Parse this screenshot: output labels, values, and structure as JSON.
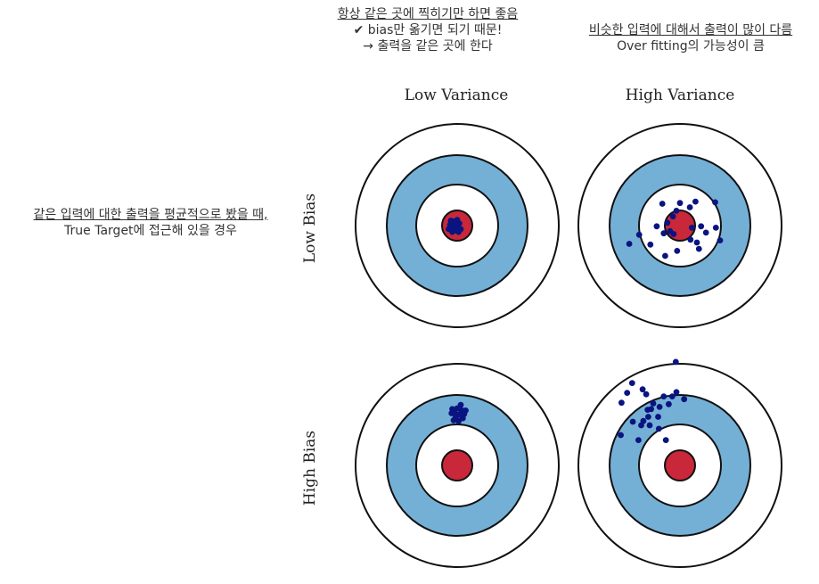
{
  "annotations": {
    "top_center": {
      "line1": "항상 같은 곳에 찍히기만 하면 좋음",
      "line2_icon": "check-icon",
      "line2": "bias만 옮기면 되기 때문!",
      "line3": "→ 출력을 같은 곳에 한다"
    },
    "top_right": {
      "line1": "비슷한 입력에 대해서 출력이 많이 다름",
      "line2": "Over fitting의 가능성이 큼"
    },
    "left": {
      "line1": "같은 입력에 대한 출력을 평균적으로 봤을 때,",
      "line2": "True Target에 접근해 있을 경우"
    }
  },
  "figure": {
    "col_titles": [
      "Low Variance",
      "High Variance"
    ],
    "row_titles": [
      "Low Bias",
      "High Bias"
    ],
    "colors": {
      "ring_white": "#ffffff",
      "ring_blue": "#74b0d6",
      "bullseye": "#c8283a",
      "point": "#0a1480",
      "stroke": "#111111"
    },
    "targets": [
      {
        "name": "low-bias-low-variance",
        "points": [
          [
            -0.08,
            0.02
          ],
          [
            -0.05,
            -0.06
          ],
          [
            0.0,
            0.03
          ],
          [
            -0.1,
            -0.01
          ],
          [
            0.03,
            -0.03
          ],
          [
            -0.02,
            0.07
          ],
          [
            -0.07,
            0.09
          ],
          [
            0.05,
            0.05
          ],
          [
            -0.12,
            0.05
          ],
          [
            0.0,
            -0.08
          ],
          [
            -0.04,
            0.01
          ],
          [
            0.02,
            0.09
          ],
          [
            -0.09,
            -0.07
          ],
          [
            -0.03,
            -0.02
          ]
        ]
      },
      {
        "name": "low-bias-high-variance",
        "points": [
          [
            0.5,
            -0.33
          ],
          [
            0.22,
            -0.34
          ],
          [
            -0.1,
            -0.13
          ],
          [
            -0.25,
            -0.31
          ],
          [
            0.37,
            0.1
          ],
          [
            0.27,
            0.33
          ],
          [
            -0.72,
            0.26
          ],
          [
            -0.42,
            0.27
          ],
          [
            -0.21,
            0.43
          ],
          [
            -0.04,
            0.36
          ],
          [
            0.15,
            0.2
          ],
          [
            0.24,
            0.24
          ],
          [
            0.51,
            0.03
          ],
          [
            0.57,
            0.21
          ],
          [
            -0.33,
            0.01
          ],
          [
            0.3,
            0.01
          ],
          [
            -0.18,
            -0.04
          ],
          [
            -0.09,
            0.12
          ],
          [
            -0.05,
            -0.21
          ],
          [
            0.0,
            -0.32
          ],
          [
            -0.14,
            0.08
          ],
          [
            0.17,
            0.03
          ],
          [
            -0.58,
            0.13
          ],
          [
            -0.23,
            0.11
          ],
          [
            0.14,
            -0.26
          ]
        ]
      },
      {
        "name": "high-bias-low-variance",
        "points": [
          [
            0.0,
            -0.81
          ],
          [
            0.07,
            -0.78
          ],
          [
            -0.04,
            -0.75
          ],
          [
            0.03,
            -0.72
          ],
          [
            0.1,
            -0.73
          ],
          [
            -0.07,
            -0.8
          ],
          [
            0.05,
            -0.86
          ],
          [
            -0.02,
            -0.69
          ],
          [
            0.12,
            -0.78
          ],
          [
            -0.08,
            -0.74
          ],
          [
            0.08,
            -0.67
          ],
          [
            0.02,
            -0.63
          ],
          [
            -0.05,
            -0.64
          ],
          [
            0.0,
            -0.72
          ],
          [
            0.04,
            -0.8
          ]
        ]
      },
      {
        "name": "high-bias-high-variance",
        "points": [
          [
            -0.06,
            -1.47
          ],
          [
            -0.53,
            -1.08
          ],
          [
            -0.48,
            -1.01
          ],
          [
            -0.68,
            -1.17
          ],
          [
            -0.83,
            -0.89
          ],
          [
            -0.75,
            -1.03
          ],
          [
            -0.38,
            -0.88
          ],
          [
            -0.46,
            -0.79
          ],
          [
            -0.23,
            -0.98
          ],
          [
            -0.16,
            -0.87
          ],
          [
            -0.11,
            -0.98
          ],
          [
            -0.05,
            -1.04
          ],
          [
            0.06,
            -0.94
          ],
          [
            -0.29,
            -0.83
          ],
          [
            -0.45,
            -0.69
          ],
          [
            -0.52,
            -0.63
          ],
          [
            -0.55,
            -0.57
          ],
          [
            -0.31,
            -0.69
          ],
          [
            -0.43,
            -0.57
          ],
          [
            -0.3,
            -0.52
          ],
          [
            -0.67,
            -0.62
          ],
          [
            -0.84,
            -0.43
          ],
          [
            -0.59,
            -0.36
          ],
          [
            -0.2,
            -0.36
          ],
          [
            -0.41,
            -0.8
          ]
        ]
      }
    ]
  }
}
